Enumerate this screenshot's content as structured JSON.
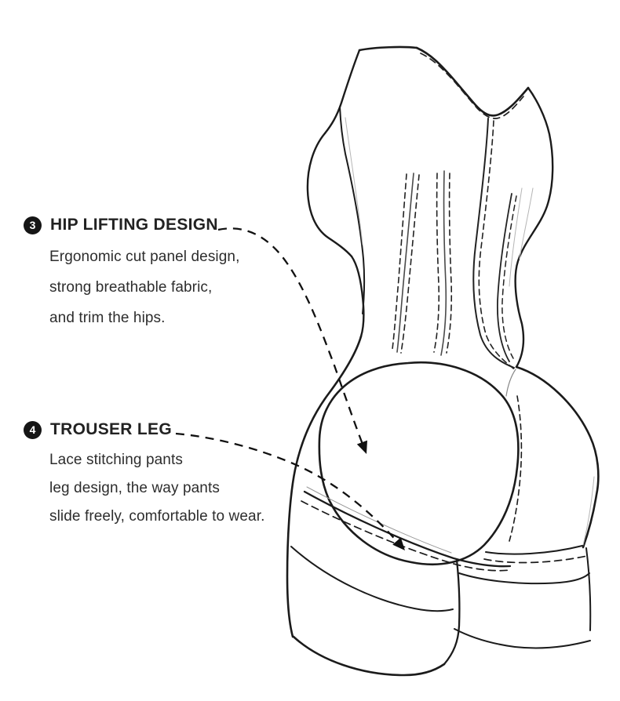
{
  "illustration": {
    "name": "shapewear bodysuit back view line drawing",
    "line_color": "#1b1b1b",
    "background": "#ffffff"
  },
  "annotations": [
    {
      "number": "3",
      "title": "HIP LIFTING DESIGN",
      "lines": [
        "Ergonomic cut panel design,",
        "strong breathable fabric,",
        "and trim the hips."
      ]
    },
    {
      "number": "4",
      "title": "TROUSER LEG",
      "lines": [
        "Lace stitching pants",
        "leg design, the way pants",
        "slide freely, comfortable to wear."
      ]
    }
  ]
}
